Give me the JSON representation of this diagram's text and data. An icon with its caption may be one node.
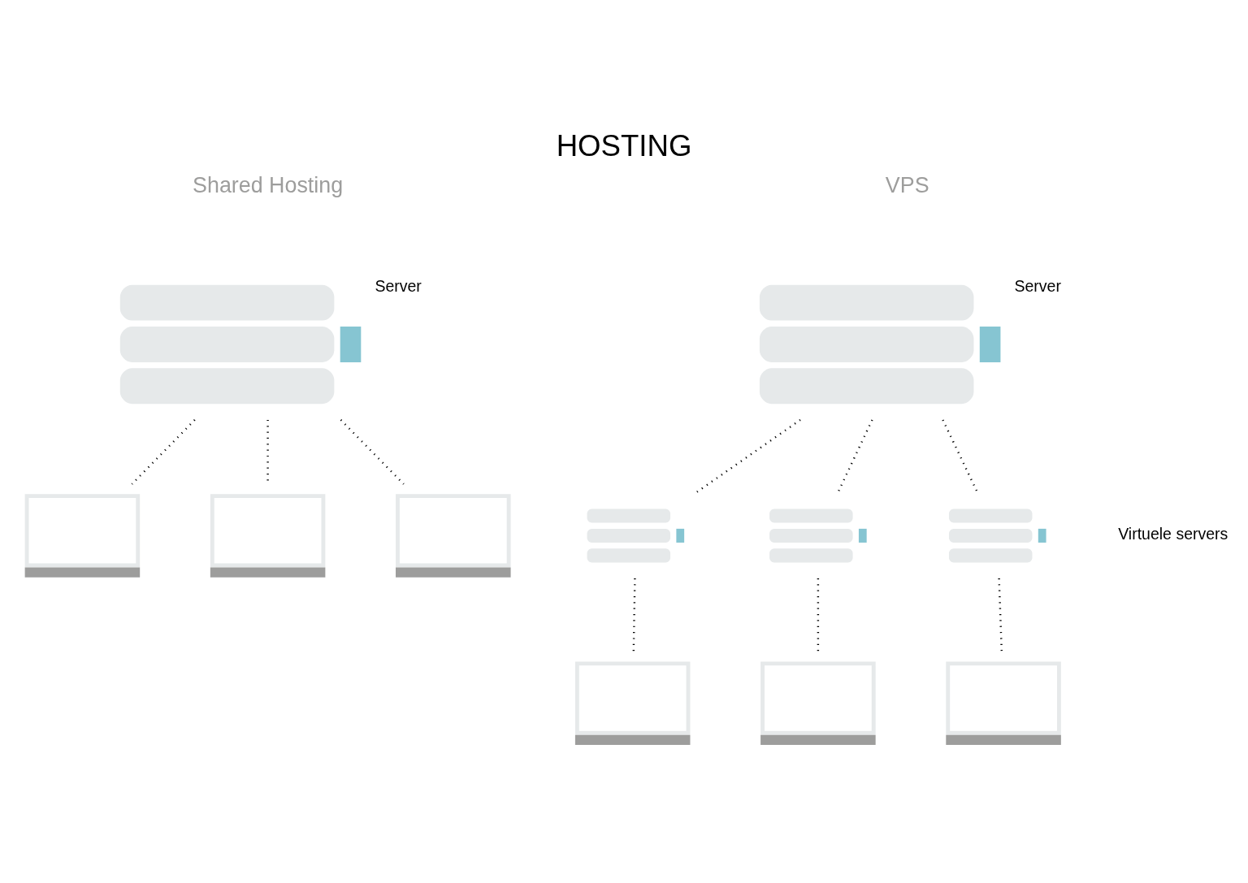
{
  "diagram": {
    "title": "HOSTING",
    "nodes": [
      {
        "text": [],
        "shape": "picture",
        "beside": [
          "Server"
        ]
      },
      {
        "text": [],
        "shape": "laptop"
      },
      {
        "text": [],
        "shape": "laptop"
      },
      {
        "text": [],
        "shape": "laptop"
      },
      {
        "text": [],
        "shape": "picture",
        "beside": [
          "Server"
        ]
      },
      {
        "text": [],
        "shape": "picture"
      },
      {
        "text": [],
        "shape": "picture"
      },
      {
        "text": [],
        "shape": "picture"
      },
      {
        "text": [],
        "shape": "laptop"
      },
      {
        "text": [],
        "shape": "laptop"
      },
      {
        "text": [],
        "shape": "laptop"
      }
    ],
    "edges": [
      {
        "from": 0,
        "to": 1,
        "arrow": "none",
        "style": "dashed"
      },
      {
        "from": 0,
        "to": 2,
        "arrow": "none",
        "style": "dashed"
      },
      {
        "from": 0,
        "to": 3,
        "arrow": "none",
        "style": "dashed"
      },
      {
        "from": 4,
        "to": 5,
        "arrow": "none",
        "style": "dashed"
      },
      {
        "from": 4,
        "to": 6,
        "arrow": "none",
        "style": "dashed"
      },
      {
        "from": 4,
        "to": 7,
        "arrow": "none",
        "style": "dashed"
      },
      {
        "from": 5,
        "to": 8,
        "arrow": "none",
        "style": "dashed"
      },
      {
        "from": 6,
        "to": 9,
        "arrow": "none",
        "style": "dashed"
      },
      {
        "from": 7,
        "to": 10,
        "arrow": "none",
        "style": "dashed"
      }
    ],
    "labels": [
      "Shared Hosting",
      "VPS",
      "Virtuele servers"
    ]
  }
}
